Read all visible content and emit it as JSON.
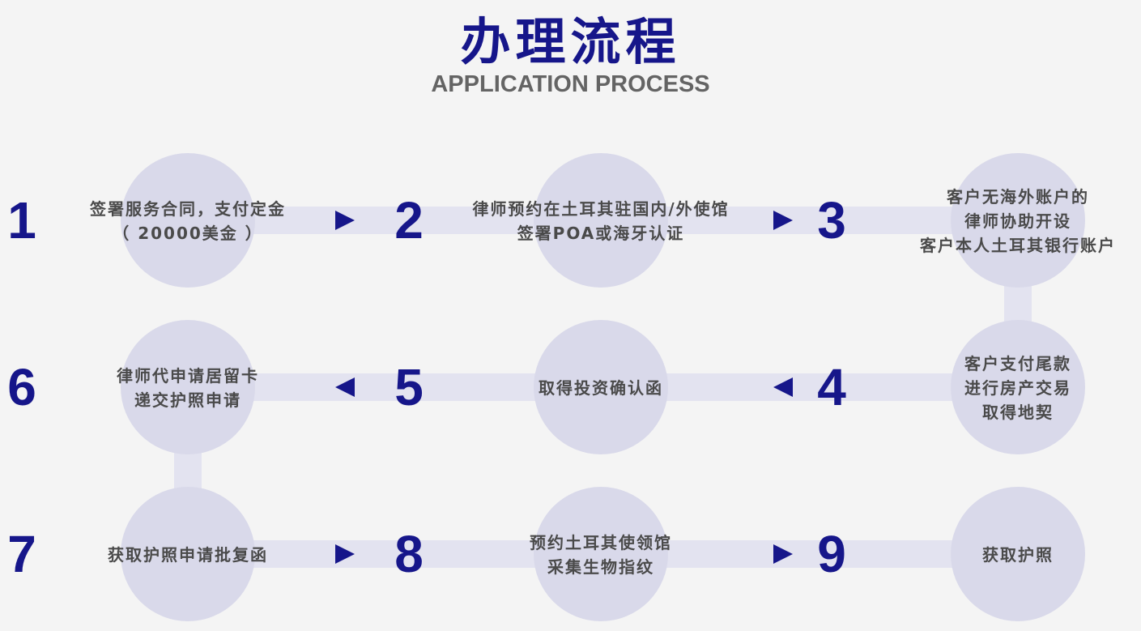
{
  "title": "办理流程",
  "subtitle": "APPLICATION PROCESS",
  "steps": [
    {
      "number": "1",
      "lines": [
        "签署服务合同，支付定金",
        "（ 20000美金 ）"
      ]
    },
    {
      "number": "2",
      "lines": [
        "律师预约在土耳其驻国内/外使馆",
        "签署POA或海牙认证"
      ]
    },
    {
      "number": "3",
      "lines": [
        "客户无海外账户的",
        "律师协助开设",
        "客户本人土耳其银行账户"
      ]
    },
    {
      "number": "4",
      "lines": [
        "客户支付尾款",
        "进行房产交易",
        "取得地契"
      ]
    },
    {
      "number": "5",
      "lines": [
        "取得投资确认函"
      ]
    },
    {
      "number": "6",
      "lines": [
        "律师代申请居留卡",
        "递交护照申请"
      ]
    },
    {
      "number": "7",
      "lines": [
        "获取护照申请批复函"
      ]
    },
    {
      "number": "8",
      "lines": [
        "预约土耳其使领馆",
        "采集生物指纹"
      ]
    },
    {
      "number": "9",
      "lines": [
        "获取护照"
      ]
    }
  ],
  "colors": {
    "accent": "#16168a",
    "circle": "#d9d9ea",
    "band": "#e3e3f0",
    "text": "#4a4a4a",
    "subtitle": "#646464"
  }
}
